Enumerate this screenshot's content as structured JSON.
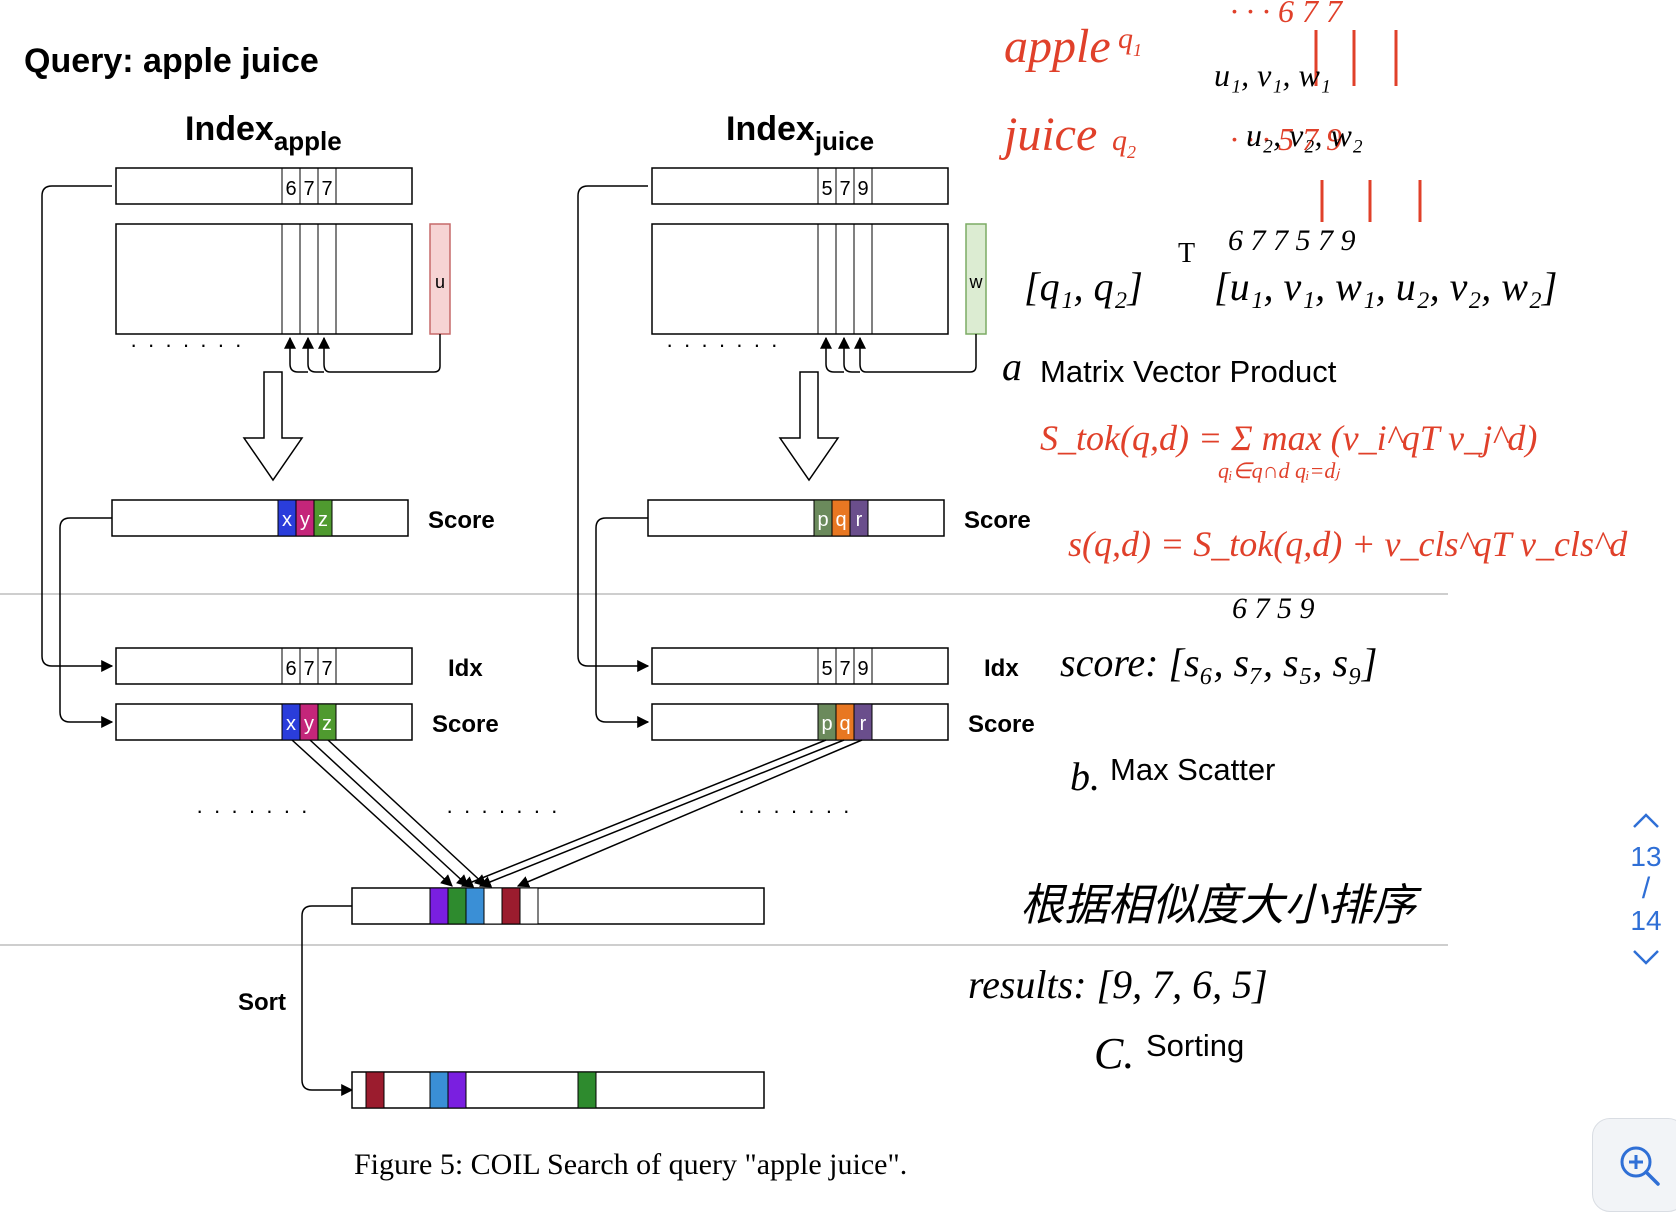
{
  "query_title": "Query: apple juice",
  "figure_caption": "Figure 5: COIL Search of query \"apple juice\".",
  "index_apple": {
    "base": "Index",
    "sub": "apple",
    "ids": [
      "6",
      "7",
      "7"
    ],
    "vector": "u",
    "scores": [
      "x",
      "y",
      "z"
    ]
  },
  "index_juice": {
    "base": "Index",
    "sub": "juice",
    "ids": [
      "5",
      "7",
      "9"
    ],
    "vector": "w",
    "scores": [
      "p",
      "q",
      "r"
    ]
  },
  "labels": {
    "score": "Score",
    "idx": "Idx",
    "sort": "Sort",
    "dots": "· · · · · · ·"
  },
  "steps": {
    "a": {
      "letter": "a",
      "text": "Matrix Vector Product"
    },
    "b": {
      "letter": "b.",
      "text": "Max Scatter"
    },
    "c": {
      "letter": "C.",
      "text": "Sorting"
    }
  },
  "handwriting": {
    "apple_word": "apple",
    "apple_q": "q",
    "apple_q_sub": "1",
    "apple_ids": "· · · 6 7 7",
    "apple_vecs": "u₁, v₁, w₁",
    "juice_word": "juice",
    "juice_q": "q",
    "juice_q_sub": "2",
    "juice_ids": "· · · 5 7 9",
    "juice_vecs": "u₂, v₂, w₂",
    "ids_row": "6   7   7   5   7   9",
    "matrix_lhs": "[q₁, q₂]",
    "matrix_T": "T",
    "matrix_rhs": "[u₁, v₁, w₁, u₂, v₂, w₂]",
    "formula_stok": "S_tok(q,d) = Σ  max (v_i^qT v_j^d)",
    "formula_stok_sub": "qᵢ∈q∩d qᵢ=dⱼ",
    "formula_s": "s(q,d) = S_tok(q,d) + v_cls^qT v_cls^d",
    "score_ids": "6    7    5    9",
    "score_line": "score: [s₆, s₇, s₅, s₉]",
    "chinese": "根据相似度大小排序",
    "results": "results: [9, 7, 6, 5]"
  },
  "viewer": {
    "page_current": "13",
    "page_sep": "/",
    "page_total": "14"
  },
  "colors": {
    "x": "#2a3ddb",
    "y": "#c4267a",
    "z": "#4f9a2f",
    "p": "#6b8a5c",
    "q": "#e87722",
    "r": "#6a4e8c",
    "purple": "#7a1fe0",
    "green": "#2e8b2e",
    "blue": "#3a8fd6",
    "maroon": "#9b1c2e",
    "pink_fill": "#f6d4d4",
    "pink_stroke": "#c66a6a",
    "green_fill": "#dcecd2",
    "green_stroke": "#7cab64",
    "ink_red": "#e0402a",
    "viewer_blue": "#2f6fd6"
  },
  "icons": {
    "up": "chevron-up-icon",
    "down": "chevron-down-icon",
    "zoom": "zoom-in-icon"
  }
}
